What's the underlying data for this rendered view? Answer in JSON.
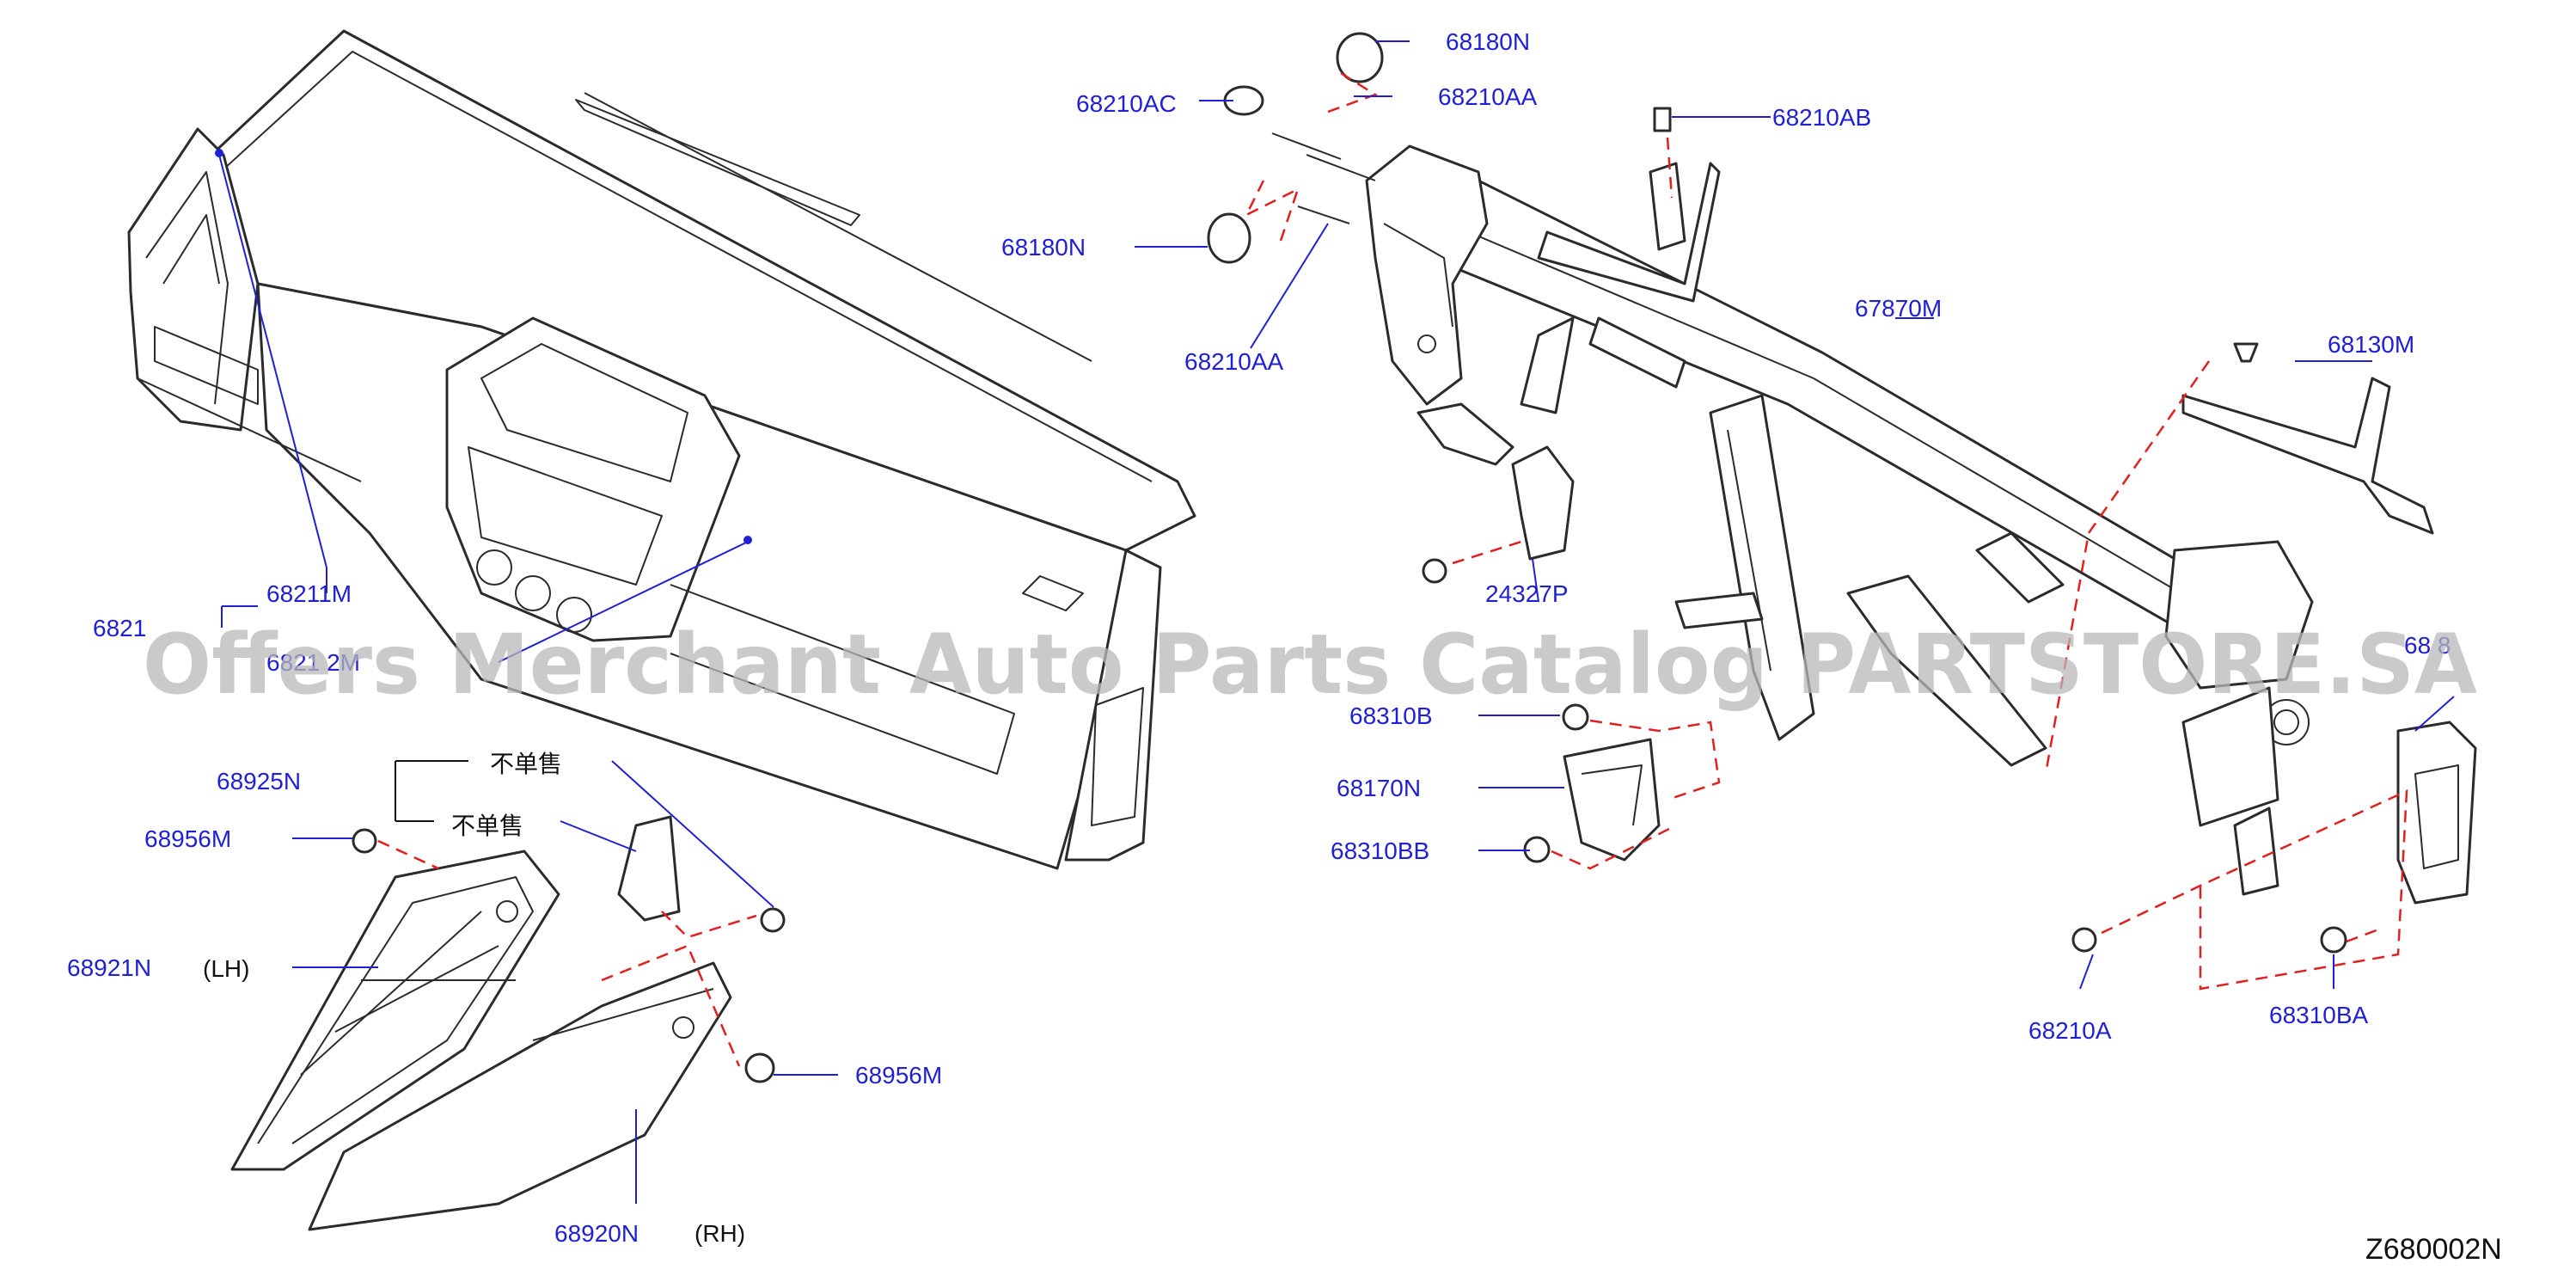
{
  "diagram_code": "Z680002N",
  "watermark": "Offers Merchant Auto Parts Catalog PARTSTORE.SA",
  "not_sold_separately": "不单售",
  "sides": {
    "lh": "(LH)",
    "rh": "(RH)"
  },
  "labels": {
    "p68180N_top": "68180N",
    "p68210AC": "68210AC",
    "p68210AA_top": "68210AA",
    "p68210AB": "68210AB",
    "p68180N_left": "68180N",
    "p68210AA_bottom": "68210AA",
    "p67870M": "67870M",
    "p68130M": "68130M",
    "p68211M": "68211M",
    "p6821x_partial": "6821",
    "p6821xM_partial": "6821 2M",
    "p24327P": "24327P",
    "p68310B": "68310B",
    "p68170N": "68170N",
    "p68310BB": "68310BB",
    "p68925N": "68925N",
    "p68956M_left": "68956M",
    "p68921N": "68921N",
    "p68956M_right": "68956M",
    "p68920N": "68920N",
    "p68210A": "68210A",
    "p68310BA": "68310BA",
    "p6x8_partial": "68 8"
  },
  "colors": {
    "label": "#1f1fd6",
    "dashed_guides": "#e02020",
    "line_art": "#2b2b2b"
  }
}
